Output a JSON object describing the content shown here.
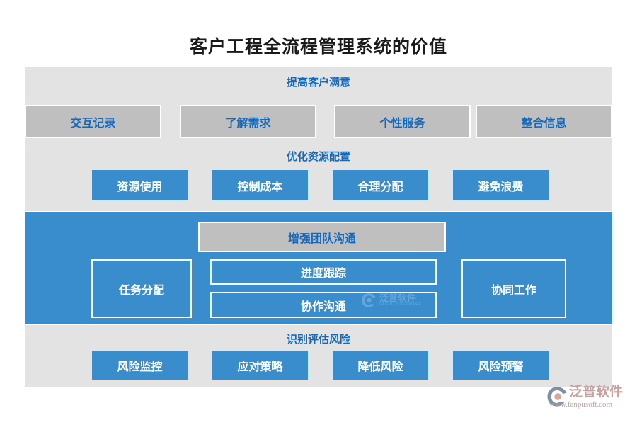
{
  "page": {
    "title": "客户工程全流程管理系统的价值",
    "background": "#ffffff"
  },
  "colors": {
    "accent_blue": "#3a8dcc",
    "title_blue": "#1569bd",
    "band_gray": "#e3e3e3",
    "box_gray": "#bfbfbf",
    "text_dark": "#1a1a1a",
    "logo_mauve": "#c8a0a0"
  },
  "sections": [
    {
      "id": "sec1",
      "title": "提高客户满意",
      "band_style": "gray",
      "box_style": "gray",
      "boxes": [
        {
          "label": "交互记录"
        },
        {
          "label": "了解需求"
        },
        {
          "label": "个性服务"
        },
        {
          "label": "整合信息"
        }
      ]
    },
    {
      "id": "sec2",
      "title": "优化资源配置",
      "band_style": "gray",
      "box_style": "blue",
      "boxes": [
        {
          "label": "资源使用"
        },
        {
          "label": "控制成本"
        },
        {
          "label": "合理分配"
        },
        {
          "label": "避免浪费"
        }
      ]
    },
    {
      "id": "sec3",
      "title": "增强团队沟通",
      "band_style": "blue",
      "box_style": "blue-outline",
      "boxes": [
        {
          "label": "任务分配"
        },
        {
          "label": "进度跟踪"
        },
        {
          "label": "协作沟通"
        },
        {
          "label": "协同工作"
        }
      ]
    },
    {
      "id": "sec4",
      "title": "识别评估风险",
      "band_style": "gray",
      "box_style": "blue",
      "boxes": [
        {
          "label": "风险监控"
        },
        {
          "label": "应对策略"
        },
        {
          "label": "降低风险"
        },
        {
          "label": "风险预警"
        }
      ]
    }
  ],
  "watermark": {
    "name": "泛普软件",
    "sub": "FANPU SOFTWARE"
  },
  "logo": {
    "name": "泛普软件",
    "url": "www.fanpusoft.com"
  }
}
